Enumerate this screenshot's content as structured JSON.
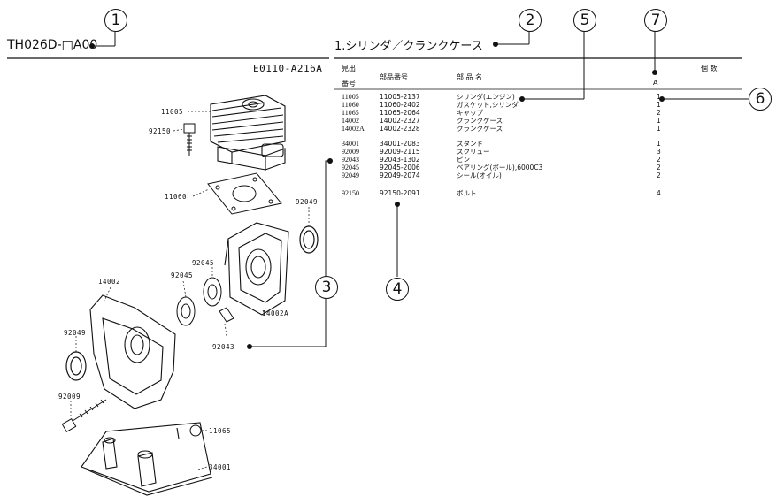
{
  "model_code": "TH026D-□A00",
  "section_title": "1.シリンダ／クランクケース",
  "figure_code": "E0110-A216A",
  "callouts": [
    "1",
    "2",
    "3",
    "4",
    "5",
    "6",
    "7"
  ],
  "table": {
    "header": {
      "ref_no_line1": "見出",
      "ref_no_line2": "番号",
      "part_number": "部品番号",
      "part_name": "部 品 名",
      "quantity": "個 数",
      "column_a": "A"
    },
    "rows": [
      {
        "ref": "11005",
        "part_number": "11005-2137",
        "name": "シリンダ(エンジン)",
        "qty": "1"
      },
      {
        "ref": "11060",
        "part_number": "11060-2402",
        "name": "ガスケット,シリンダ",
        "qty": "1"
      },
      {
        "ref": "11065",
        "part_number": "11065-2064",
        "name": "キャップ",
        "qty": "2"
      },
      {
        "ref": "14002",
        "part_number": "14002-2327",
        "name": "クランクケース",
        "qty": "1"
      },
      {
        "ref": "14002A",
        "part_number": "14002-2328",
        "name": "クランクケース",
        "qty": "1"
      },
      {
        "ref": "34001",
        "part_number": "34001-2083",
        "name": "スタンド",
        "qty": "1"
      },
      {
        "ref": "92009",
        "part_number": "92009-2115",
        "name": "スクリュー",
        "qty": "3"
      },
      {
        "ref": "92043",
        "part_number": "92043-1302",
        "name": "ピン",
        "qty": "2"
      },
      {
        "ref": "92045",
        "part_number": "92045-2006",
        "name": "ベアリング(ボール),6000C3",
        "qty": "2"
      },
      {
        "ref": "92049",
        "part_number": "92049-2074",
        "name": "シール(オイル)",
        "qty": "2"
      },
      {
        "ref": "92150",
        "part_number": "92150-2091",
        "name": "ボルト",
        "qty": "4"
      }
    ]
  },
  "diagram_labels": {
    "cylinder": "11005",
    "bolt": "92150",
    "gasket": "11060",
    "seal_right": "92049",
    "bearing_right": "92045",
    "bearing_left": "92045",
    "crankcase_left": "14002",
    "crankcase_right": "14002A",
    "seal_left": "92049",
    "pin": "92043",
    "screw": "92009",
    "cap": "11065",
    "stand": "34001"
  }
}
